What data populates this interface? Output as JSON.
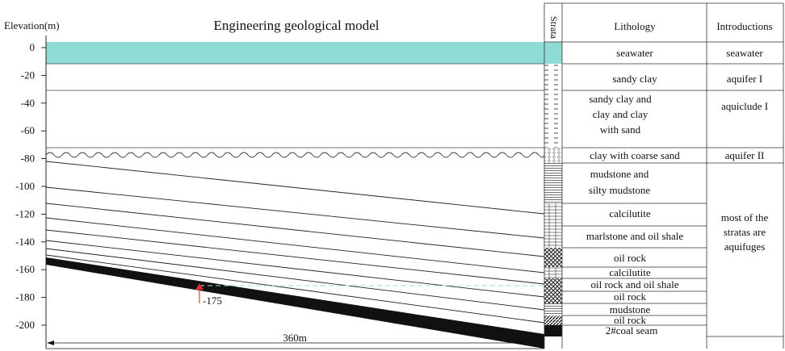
{
  "header": {
    "elevation_label": "Elevation(m)",
    "model_title": "Engineering geological model",
    "strata_label": "Strata",
    "lithology_label": "Lithology",
    "introductions_label": "Introductions"
  },
  "elevation_ticks": [
    "0",
    "-20",
    "-40",
    "-60",
    "-80",
    "-100",
    "-120",
    "-140",
    "-160",
    "-180",
    "-200"
  ],
  "layers": [
    {
      "lithology": [
        "seawater"
      ],
      "introduction": [
        "seawater"
      ]
    },
    {
      "lithology": [
        "sandy clay"
      ],
      "introduction": [
        "aquifer I"
      ]
    },
    {
      "lithology": [
        "sandy clay and",
        "clay and clay",
        "with sand"
      ],
      "introduction": [
        "aquiclude I"
      ]
    },
    {
      "lithology": [
        "clay with coarse sand"
      ],
      "introduction": [
        "aquifer II"
      ]
    },
    {
      "lithology": [
        "mudstone and",
        "silty mudstone"
      ]
    },
    {
      "lithology": [
        "calcilutite"
      ]
    },
    {
      "lithology": [
        "marlstone and oil shale"
      ]
    },
    {
      "lithology": [
        "oil rock"
      ]
    },
    {
      "lithology": [
        "calcilutite"
      ]
    },
    {
      "lithology": [
        "oil rock and oil shale"
      ]
    },
    {
      "lithology": [
        "oil rock"
      ]
    },
    {
      "lithology": [
        "mudstone"
      ]
    },
    {
      "lithology": [
        "oil rock"
      ]
    },
    {
      "lithology": [
        "2#coal seam"
      ]
    }
  ],
  "aquifuge_note": [
    "most of the",
    "stratas are",
    "aquifuges"
  ],
  "marker_label": "-175",
  "scale_label": "360m",
  "colors": {
    "seawater": "#8edcd3",
    "coal": "#111111",
    "marker": "#e0302a",
    "dashed_line": "#9fdcd4"
  }
}
